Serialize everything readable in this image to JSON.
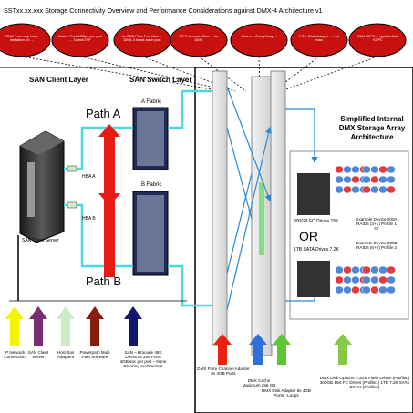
{
  "title": "SSTxx.xx.xxx Storage Connectivity Overview and Performance Considerations against DMX-4 Architecture v1",
  "layers": {
    "client": "SAN Client Layer",
    "switch": "SAN Switch Layer"
  },
  "fabrics": {
    "a": "A Fabric",
    "b": "B Fabric"
  },
  "paths": {
    "a": "Path A",
    "b": "Path B"
  },
  "hba": {
    "a": "HBA A",
    "b": "HBA B"
  },
  "server_label": "SAN Client Server",
  "array_title": [
    "Simplified Internal",
    "DMX Storage Array",
    "Architecture"
  ],
  "drives": {
    "fc": "300GB FC Drives 15K",
    "or": "OR",
    "sata": "1TB SATA Drives 7.2K"
  },
  "example": {
    "a": [
      "Example Device 000A",
      "RAID5 (3+1) Profile 1",
      "Or"
    ],
    "b": [
      "Example Device 000B",
      "RAID6 (6+2) Profile 2"
    ]
  },
  "notes": [
    "DMA Port may have limitation on ...",
    "Switch Port 4GBps per port ... Check ISP",
    "4x 2GB FC/s Port Max ... DMX-4 hosts each port",
    "FC Processor Max ... for DMX",
    "Cache – Everything ...",
    "FC – Disk Adapter ... not max",
    "SAN IOPS ... typical disk IOPS"
  ],
  "legend": [
    {
      "label": "IP Network Connection",
      "color": "#f4f400"
    },
    {
      "label": "SAN Client Server",
      "color": "#7b2e74"
    },
    {
      "label": "Host Bus Adapters",
      "color": "#cfeac9"
    },
    {
      "label": "Powerpath Multi Path Software",
      "color": "#8a1c0e"
    },
    {
      "label": "SAN – Brocade 48K Directors 256 Ports 4GB/sec per port – None Blocking Architecture",
      "color": "#13156e"
    }
  ],
  "bottom_arrows": [
    {
      "label": "DMX Fibre Channel Adapter 8x 4GB Ports",
      "color": "#e8220f"
    },
    {
      "label": "DMX Cache Maximum 256 GB",
      "color": "#2e6fd8"
    },
    {
      "label": "DMX Disk Adapter 8x 4GB Ports - Loops",
      "color": "#5cc633"
    },
    {
      "label": "DMX Disk Options: 73GB Flash Drives (Profile0) 300GB 15K FC Drives (Profile1) 1TB 7.2K SATA Drives (Profile2)",
      "color": "#86c842"
    }
  ],
  "colors": {
    "red_note": "#c8100f",
    "cyan": "#4ad8dc",
    "blue_line": "#2b8ad6",
    "disk_blue": "#4f86d8",
    "disk_red": "#e33b3b",
    "path_arrow": "#e81a14"
  }
}
